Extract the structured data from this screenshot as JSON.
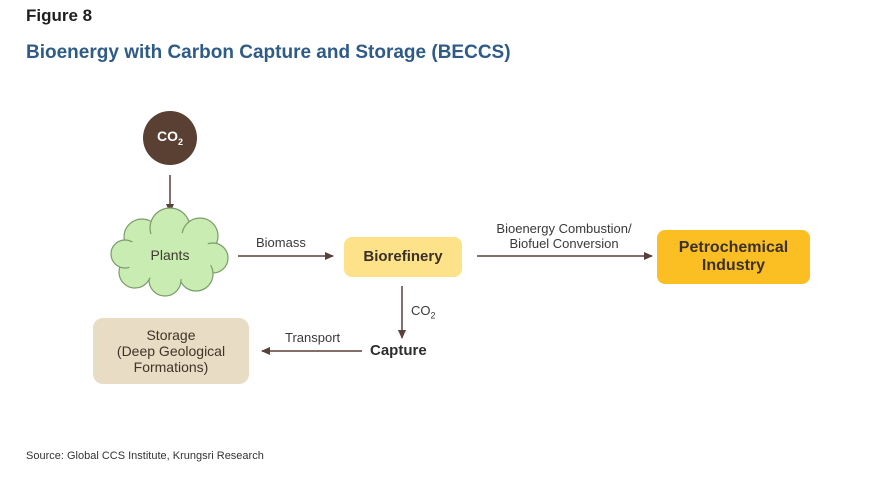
{
  "figure_label": "Figure 8",
  "title": "Bioenergy with Carbon Capture and Storage (BECCS)",
  "nodes": {
    "co2": {
      "text": "CO",
      "sub": "2"
    },
    "plants": "Plants",
    "biorefinery": "Biorefinery",
    "petrochemical": {
      "line1": "Petrochemical",
      "line2": "Industry"
    },
    "capture": "Capture",
    "storage": {
      "line1": "Storage",
      "line2": "(Deep Geological",
      "line3": "Formations)"
    }
  },
  "edges": {
    "biomass": "Biomass",
    "combustion": {
      "line1": "Bioenergy Combustion/",
      "line2": "Biofuel Conversion"
    },
    "co2_flow": {
      "text": "CO",
      "sub": "2"
    },
    "transport": "Transport"
  },
  "colors": {
    "co2_circle": "#5a3f33",
    "plants_cloud": "#c9ecb3",
    "plants_outline": "#7a9c68",
    "biorefinery": "#fde28a",
    "petrochemical": "#fbbf24",
    "storage": "#e8dcc4",
    "arrow": "#5a3f3b"
  },
  "source": "Source: Global CCS Institute, Krungsri Research"
}
